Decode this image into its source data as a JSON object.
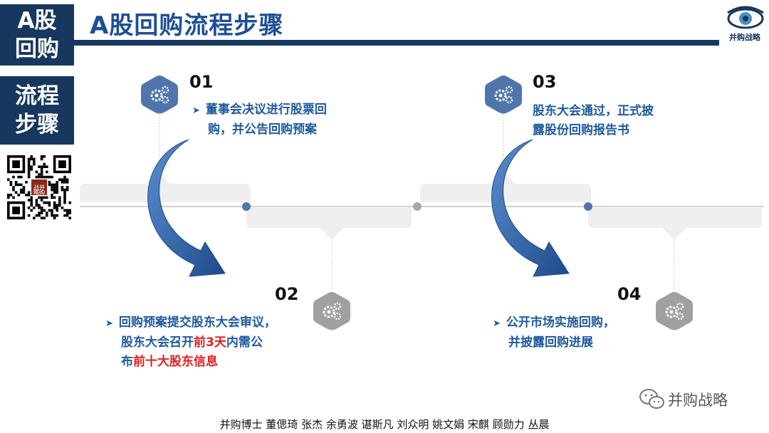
{
  "side_tags": {
    "tag1": [
      "A股",
      "回购"
    ],
    "tag2": [
      "流程",
      "步骤"
    ]
  },
  "header": {
    "title": "A股回购流程步骤",
    "logo_text": "并购战略"
  },
  "steps": [
    {
      "number": "01",
      "text_lines": [
        [
          {
            "t": "董事会决议进行股票回"
          }
        ],
        [
          {
            "t": "购，并公告回购预案"
          }
        ]
      ]
    },
    {
      "number": "02",
      "text_lines": [
        [
          {
            "t": "回购预案提交股东大会审议，"
          }
        ],
        [
          {
            "t": "股东大会召开"
          },
          {
            "t": "前3天",
            "red": true
          },
          {
            "t": "内需公"
          }
        ],
        [
          {
            "t": "布"
          },
          {
            "t": "前十大股东信息",
            "red": true
          }
        ]
      ]
    },
    {
      "number": "03",
      "text_lines": [
        [
          {
            "t": "股东大会通过，正式披"
          }
        ],
        [
          {
            "t": "露股份回购报告书"
          }
        ]
      ]
    },
    {
      "number": "04",
      "text_lines": [
        [
          {
            "t": "公开市场实施回购，"
          }
        ],
        [
          {
            "t": "并披露回购进展"
          }
        ]
      ]
    }
  ],
  "qr_badge_text": "战并略购",
  "footer": {
    "wechat_label": "并购战略",
    "credits": "并购博士 董偲琦 张杰 余勇波 谌斯凡 刘众明 姚文娟 宋麒 顾勋力 丛晨"
  },
  "colors": {
    "navy": "#17375e",
    "title_blue": "#1f4e96",
    "text_blue": "#1f5a9e",
    "hex_blue": "#4f76ab",
    "hex_gray": "#a0a0a0",
    "highlight_red": "#e02020"
  }
}
